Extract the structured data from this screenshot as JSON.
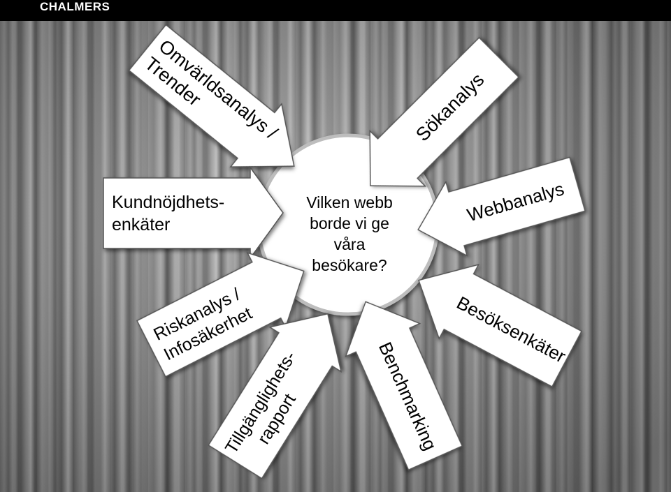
{
  "header": {
    "logo": "CHALMERS"
  },
  "center": {
    "lines": [
      "Vilken webb",
      "borde vi ge",
      "våra",
      "besökare?"
    ]
  },
  "arrows": [
    {
      "id": "omvarld",
      "lines": [
        "Omvärldsanalys /",
        "Trender"
      ]
    },
    {
      "id": "sokanalys",
      "lines": [
        "Sökanalys"
      ]
    },
    {
      "id": "kundnojdhet",
      "lines": [
        "Kundnöjdhets-",
        "enkäter"
      ]
    },
    {
      "id": "webbanalys",
      "lines": [
        "Webbanalys"
      ]
    },
    {
      "id": "riskanalys",
      "lines": [
        "Riskanalys /",
        "Infosäkerhet"
      ]
    },
    {
      "id": "tillganglighet",
      "lines": [
        "Tillgänglighets-",
        "rapport"
      ]
    },
    {
      "id": "benchmarking",
      "lines": [
        "Benchmarking"
      ]
    },
    {
      "id": "besoksenkater",
      "lines": [
        "Besöksenkäter"
      ]
    }
  ]
}
